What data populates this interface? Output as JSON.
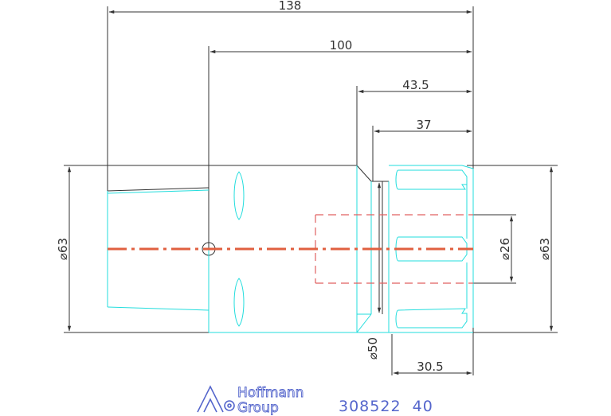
{
  "drawing": {
    "dimensions": {
      "overall_length": "138",
      "body_length": "100",
      "nut_length": "43.5",
      "thread_length": "37",
      "left_diameter": "⌀63",
      "bore_diameter": "⌀26",
      "right_diameter": "⌀63",
      "groove_diameter": "⌀50",
      "front_length": "30.5"
    }
  },
  "logo": {
    "line1": "Hoffmann",
    "line2": "Group"
  },
  "part_number": "308522  40",
  "colors": {
    "outline_dark": "#333333",
    "outline_cyan": "#22dddd",
    "centerline": "#e06040",
    "hidden_line": "#e06060",
    "brand_blue": "#5566cc"
  }
}
